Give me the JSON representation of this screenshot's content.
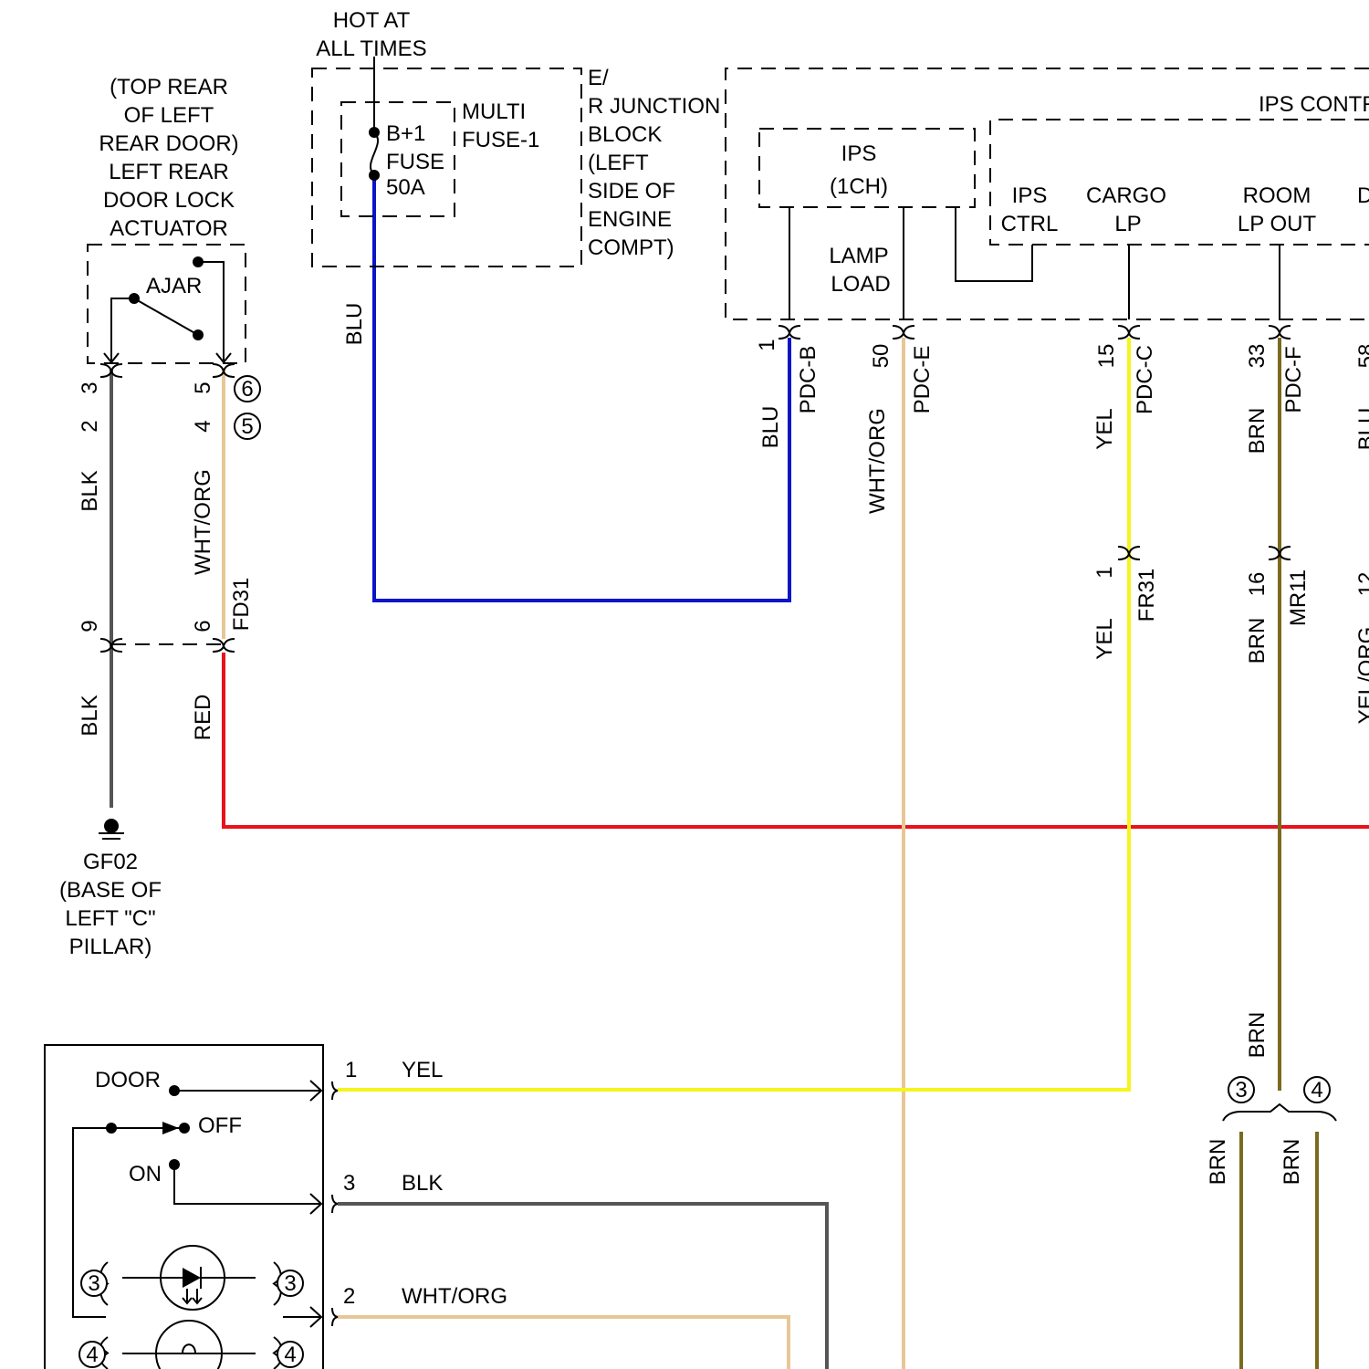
{
  "colors": {
    "BLU": "#0a14c8",
    "RED": "#e8121a",
    "YEL": "#f5f51e",
    "BLK": "#555555",
    "BRN": "#7a6a1e",
    "WHT_ORG": "#e8c796",
    "OUTLINE": "#000000"
  },
  "labels": {
    "hot_at": "HOT AT",
    "all_times": "ALL TIMES",
    "top_rear": "(TOP REAR",
    "of_left": "OF LEFT",
    "rear_door": "REAR DOOR)",
    "left_rear": "LEFT REAR",
    "door_lock": "DOOR LOCK",
    "actuator": "ACTUATOR",
    "ajar": "AJAR",
    "b1": "B+1",
    "fuse": "FUSE",
    "fuse_50a": "50A",
    "multi": "MULTI",
    "fuse_1": "FUSE-1",
    "e_": "E/",
    "r_junction": "R JUNCTION",
    "block": "BLOCK",
    "left_paren": "(LEFT",
    "side_of": "SIDE OF",
    "engine": "ENGINE",
    "compt": "COMPT)",
    "ips_contr": "IPS CONTR",
    "ips": "IPS",
    "one_ch": "(1CH)",
    "lamp": "LAMP",
    "load": "LOAD",
    "ips_ctrl_1": "IPS",
    "ips_ctrl_2": "CTRL",
    "cargo": "CARGO",
    "lp": "LP",
    "room": "ROOM",
    "lp_out": "LP OUT",
    "d_cut": "D",
    "gf02": "GF02",
    "base_of": "(BASE OF",
    "left_c": "LEFT \"C\"",
    "pillar": "PILLAR)",
    "door": "DOOR",
    "off": "OFF",
    "on": "ON",
    "blu": "BLU",
    "blk": "BLK",
    "red": "RED",
    "yel": "YEL",
    "brn": "BRN",
    "wht_org": "WHT/ORG",
    "blu_cut": "BLU",
    "yel_org_cut": "YEL/ORG",
    "pdc_b": "PDC-B",
    "pdc_e": "PDC-E",
    "pdc_c": "PDC-C",
    "pdc_f": "PDC-F",
    "fd31": "FD31",
    "fr31": "FR31",
    "mr11": "MR11",
    "pin_1": "1",
    "pin_2": "2",
    "pin_3": "3",
    "pin_4": "4",
    "pin_5": "5",
    "pin_6": "6",
    "pin_9": "9",
    "pin_15": "15",
    "pin_16": "16",
    "pin_33": "33",
    "pin_50": "50",
    "pin_58_cut": "58",
    "pin_12_cut": "12",
    "circ_3": "3",
    "circ_4": "4",
    "circ_5": "5",
    "circ_6": "6"
  }
}
